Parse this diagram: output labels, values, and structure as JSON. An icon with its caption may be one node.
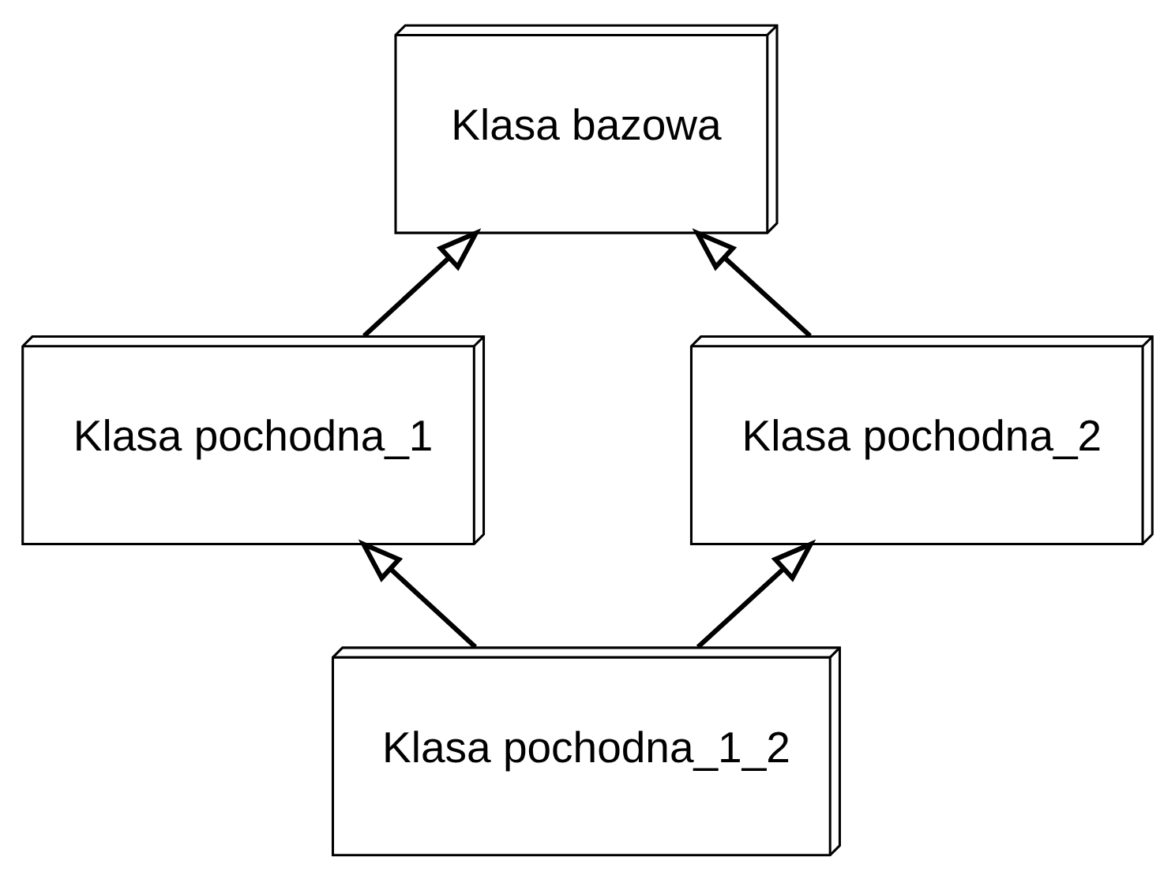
{
  "diagram": {
    "nodes": [
      {
        "text": [
          "Klasa bazowa"
        ]
      },
      {
        "text": [
          "Klasa pochodna_1"
        ]
      },
      {
        "text": [
          "Klasa pochodna_2"
        ]
      },
      {
        "text": [
          "Klasa pochodna_1_2"
        ]
      }
    ],
    "edges": [
      {
        "from": 1,
        "to": 0,
        "arrow": "to"
      },
      {
        "from": 2,
        "to": 0,
        "arrow": "to"
      },
      {
        "from": 3,
        "to": 1,
        "arrow": "to"
      },
      {
        "from": 3,
        "to": 2,
        "arrow": "to"
      }
    ]
  }
}
